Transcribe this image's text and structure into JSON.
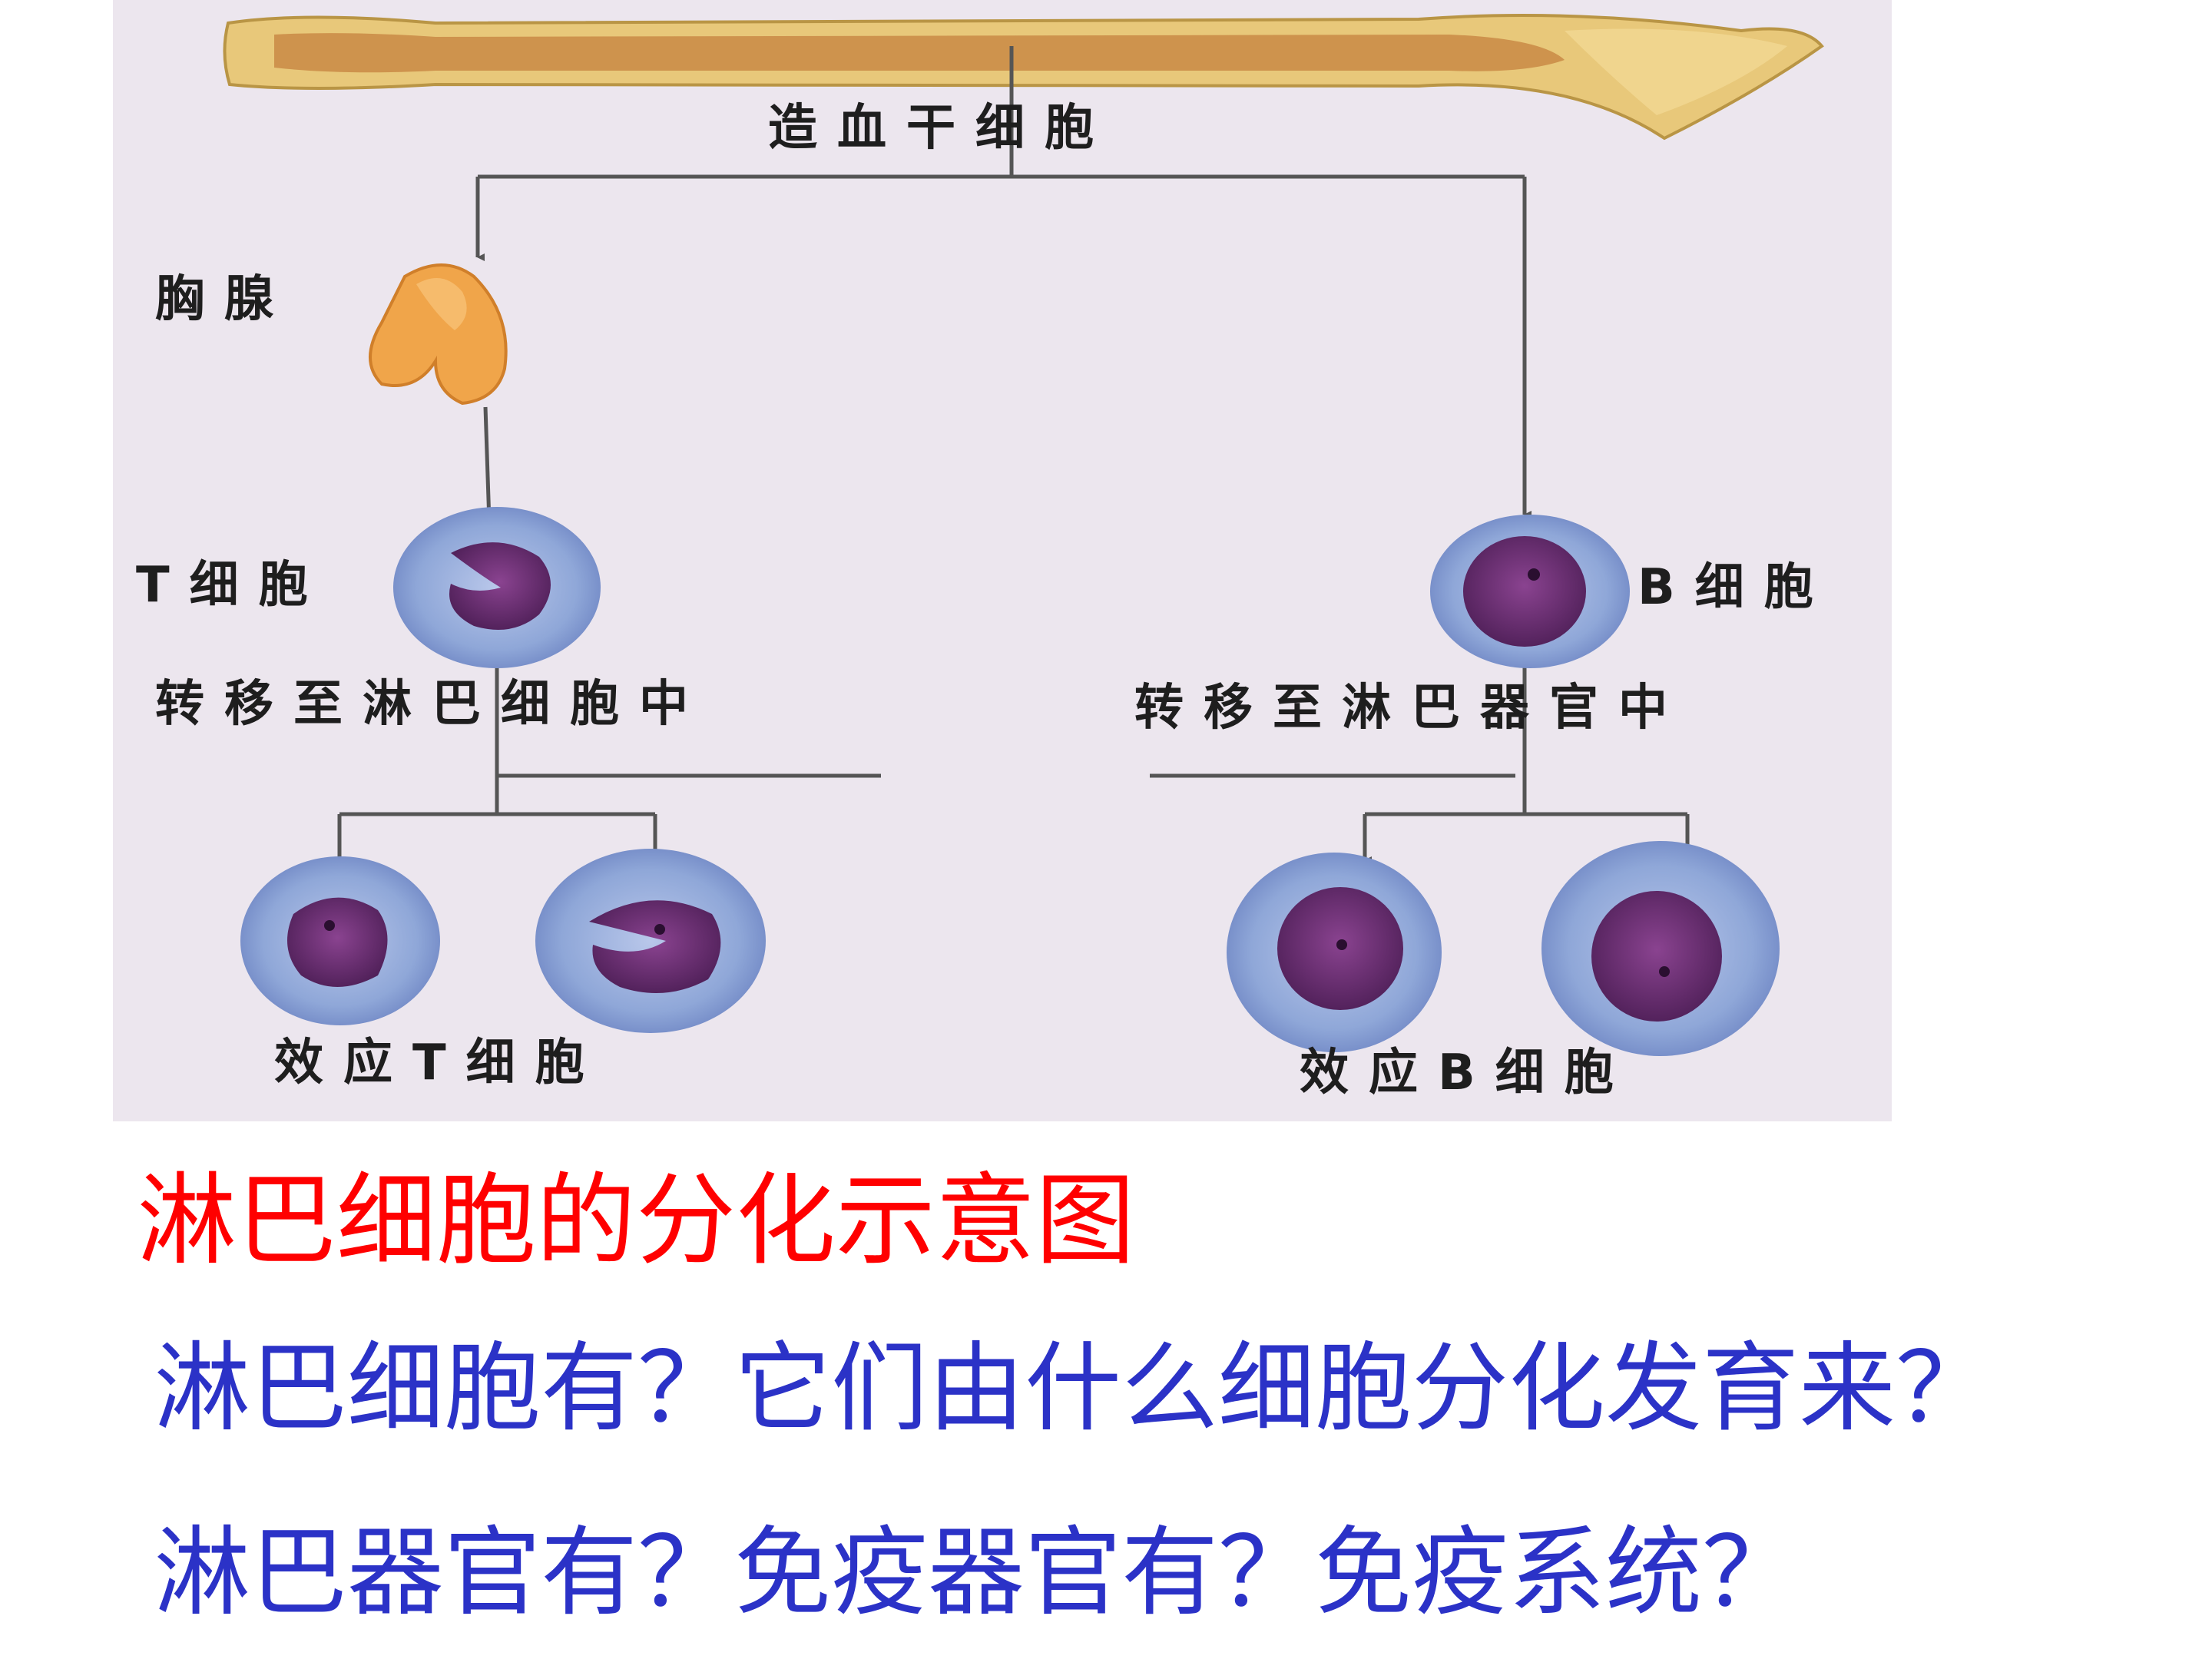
{
  "diagram": {
    "labels": {
      "stem_cell": "造血干细胞",
      "thymus": "胸腺",
      "t_cell": "T细胞",
      "b_cell": "B细胞",
      "t_migrate": "转移至淋巴细胞中",
      "b_migrate": "转移至淋巴器官中",
      "effector_t": "效应T细胞",
      "effector_b": "效应B细胞"
    },
    "colors": {
      "background": "#ece6ee",
      "bone": "#e8c87a",
      "marrow": "#c98a45",
      "thymus": "#f0a54a",
      "nucleus": "#6d2f74",
      "cytoplasm": "#8fa7d8",
      "arrow": "#555555"
    }
  },
  "caption": {
    "title": "淋巴细胞的分化示意图",
    "question_1": "淋巴细胞有？它们由什么细胞分化发育来？",
    "question_2": "淋巴器官有？免疫器官有？免疫系统？",
    "title_color": "#ff0000",
    "question_color": "#2b32c7"
  }
}
